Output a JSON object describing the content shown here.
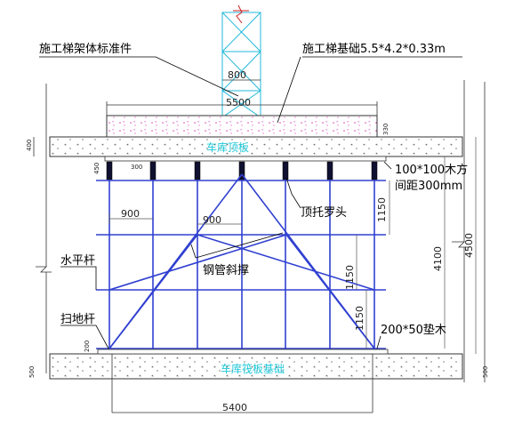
{
  "labels": {
    "standard_section": "施工梯架体标准件",
    "foundation": "施工梯基础5.5*4.2*0.33m",
    "roof_slab": "车库顶板",
    "raft_foundation": "车库筏板基础",
    "timber": "100*100木方",
    "timber_spacing": "间距300mm",
    "jack": "顶托罗头",
    "brace": "钢管斜撑",
    "horizontal_bar": "水平杆",
    "sweep_bar": "扫地杆",
    "pad": "200*50垫木"
  },
  "dimensions": {
    "mast_width": "800",
    "foundation_width": "5500",
    "bottom_width": "5400",
    "spacing_left": "900",
    "spacing_mid": "900",
    "height_total": "4500",
    "height_clear": "4100",
    "step_top": "1150",
    "step_mid": "1150",
    "step_bottom": "1150",
    "slab_thk": "400",
    "raft_thk_left": "500",
    "raft_thk_right": "500",
    "found_thk": "330",
    "jack_h": "450",
    "jack_small": "300",
    "pad_h": "200"
  }
}
